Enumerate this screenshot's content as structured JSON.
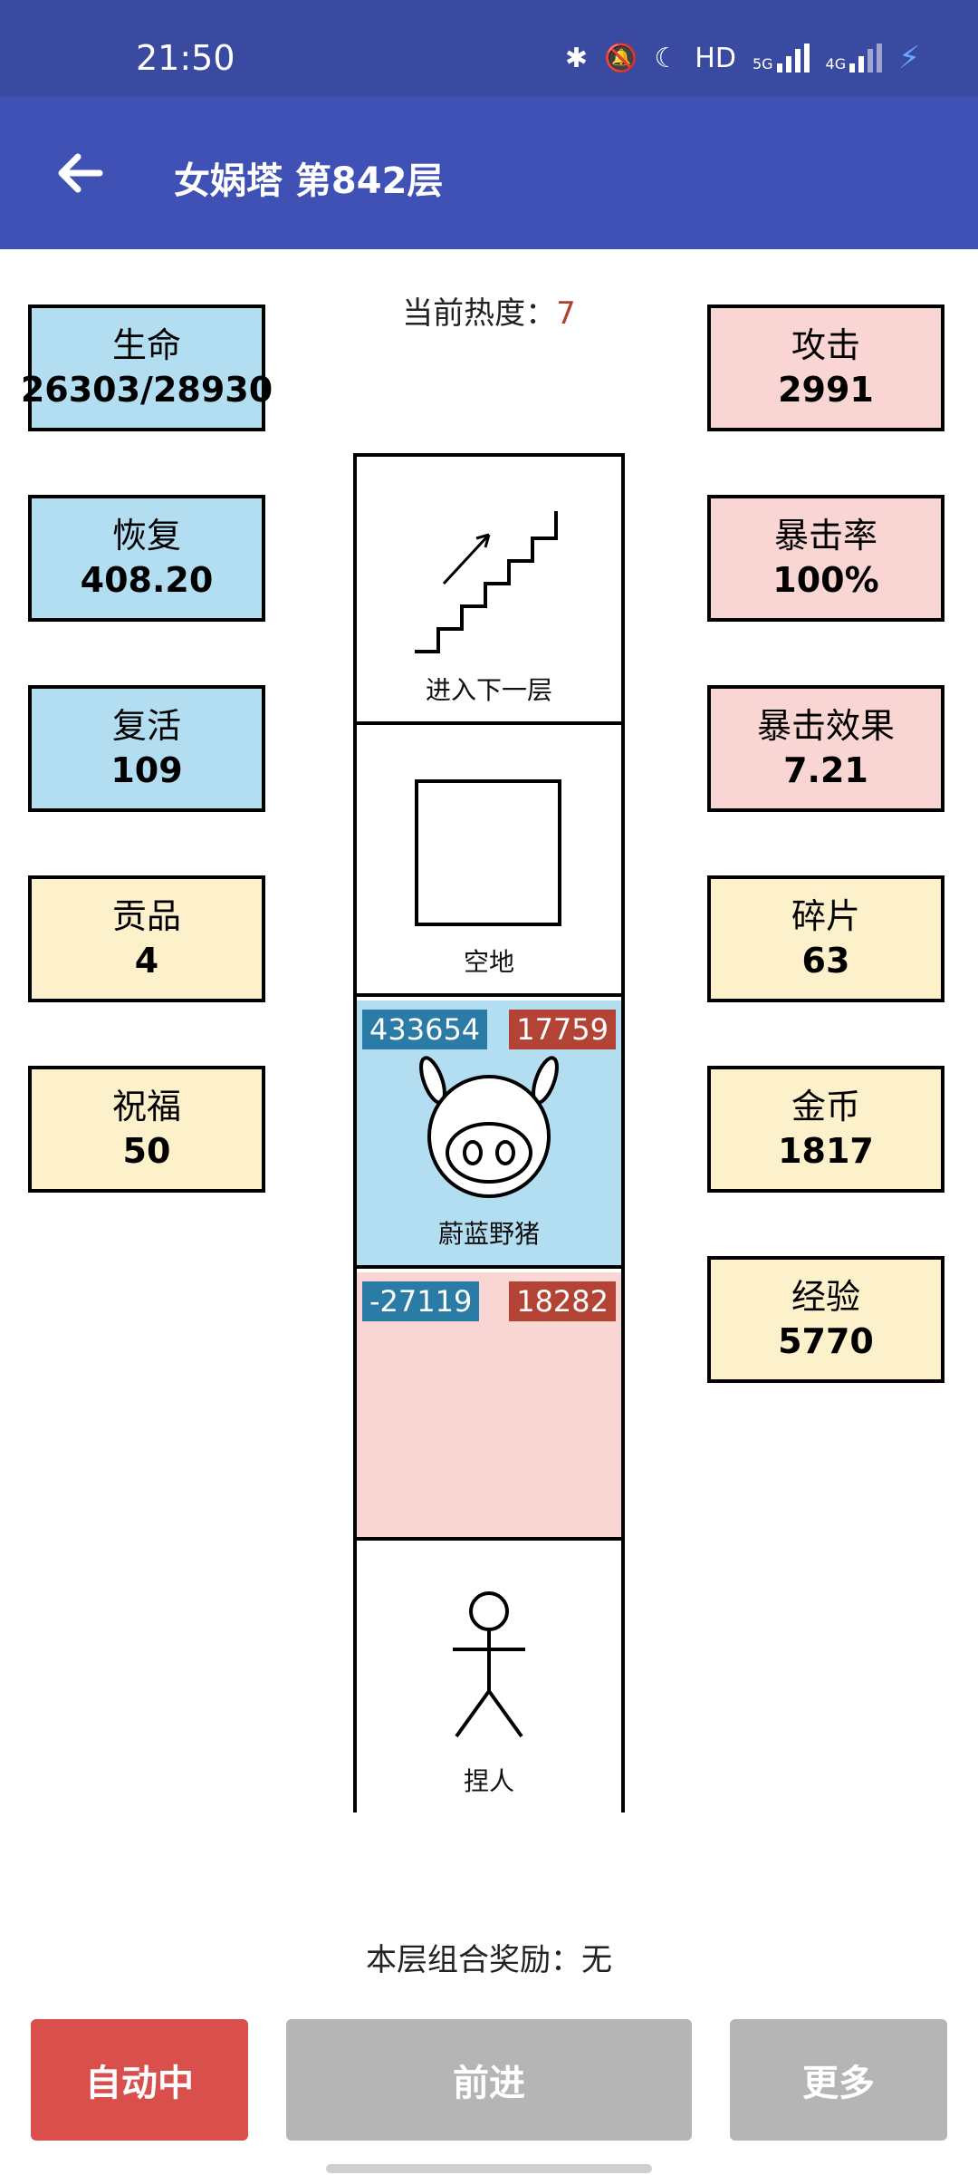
{
  "status": {
    "time": "21:50",
    "hd": "HD",
    "net1": "5G",
    "net2": "4G"
  },
  "appbar": {
    "title": "女娲塔 第842层"
  },
  "heat": {
    "label": "当前热度：",
    "value": "7"
  },
  "left_stats": [
    {
      "label": "生命",
      "value": "26303/28930"
    },
    {
      "label": "恢复",
      "value": "408.20"
    },
    {
      "label": "复活",
      "value": "109"
    },
    {
      "label": "贡品",
      "value": "4"
    },
    {
      "label": "祝福",
      "value": "50"
    }
  ],
  "right_stats": [
    {
      "label": "攻击",
      "value": "2991"
    },
    {
      "label": "暴击率",
      "value": "100%"
    },
    {
      "label": "暴击效果",
      "value": "7.21"
    },
    {
      "label": "碎片",
      "value": "63"
    },
    {
      "label": "金币",
      "value": "1817"
    },
    {
      "label": "经验",
      "value": "5770"
    }
  ],
  "tower": {
    "cells": [
      {
        "label": "进入下一层",
        "icon": "stairs-icon"
      },
      {
        "label": "空地",
        "icon": "empty-square-icon"
      },
      {
        "label": "蔚蓝野猪",
        "icon": "boar-icon",
        "hp": "433654",
        "atk": "17759"
      },
      {
        "label": "",
        "hp": "-27119",
        "atk": "18282"
      },
      {
        "label": "捏人",
        "icon": "stick-figure-icon"
      }
    ]
  },
  "bonus": "本层组合奖励：无",
  "buttons": {
    "auto": "自动中",
    "forward": "前进",
    "more": "更多"
  },
  "colors": {
    "status_bg": "#3a4aa0",
    "appbar_bg": "#3f51b5",
    "blue_stat": "#b3def1",
    "pink_stat": "#f9d6d3",
    "yellow_stat": "#fdf1cc",
    "auto_btn": "#d94f4c",
    "gray_btn": "#b5b5b5"
  }
}
